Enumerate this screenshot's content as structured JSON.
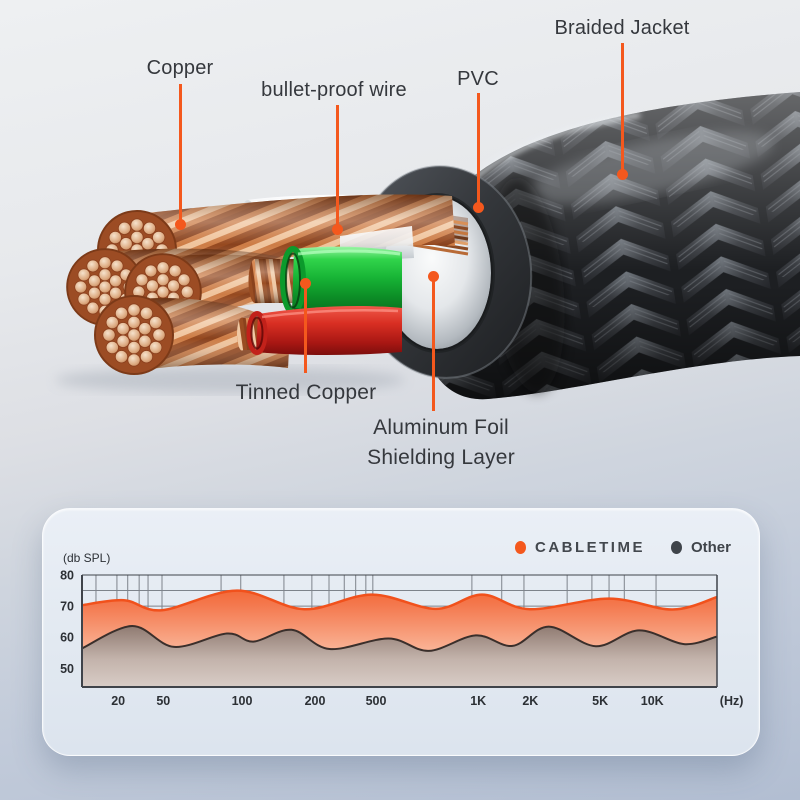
{
  "illustration": {
    "alt": "cable cross-section cutaway",
    "callouts": {
      "copper": "Copper",
      "bullet_proof": "bullet-proof wire",
      "pvc": "PVC",
      "braided": "Braided Jacket",
      "tinned": "Tinned Copper",
      "aluminum1": "Aluminum Foil",
      "aluminum2": "Shielding Layer"
    },
    "colors": {
      "accent": "#F4581D",
      "label_text": "#35383D",
      "braid_dark": "#1d1f22",
      "copper": "#c4713d",
      "green_wire": "#17b335",
      "red_wire": "#d92f23",
      "foil": "#e4e7ea",
      "pvc_ring": "#34373b"
    }
  },
  "chart_data": {
    "type": "area",
    "title": "",
    "ylabel": "(db SPL)",
    "xlabel_unit": "(Hz)",
    "ylim": [
      44,
      80
    ],
    "yticks": [
      80,
      70,
      60,
      50
    ],
    "ygrid_step": 5,
    "grid": true,
    "legend_position": "top-right",
    "xticks": [
      {
        "label": "20",
        "pct": 5.7
      },
      {
        "label": "50",
        "pct": 12.8
      },
      {
        "label": "100",
        "pct": 25.2
      },
      {
        "label": "200",
        "pct": 36.7
      },
      {
        "label": "500",
        "pct": 46.3
      },
      {
        "label": "1K",
        "pct": 62.4
      },
      {
        "label": "2K",
        "pct": 70.6
      },
      {
        "label": "5K",
        "pct": 81.6
      },
      {
        "label": "10K",
        "pct": 89.8
      }
    ],
    "xlabel_unit_pct": 102.3,
    "xgrid_pct": [
      2.2,
      5.5,
      7.2,
      9.0,
      10.4,
      12.6,
      21.9,
      25.0,
      31.8,
      36.2,
      38.9,
      41.3,
      43.1,
      44.7,
      45.8,
      61.4,
      66.1,
      69.6,
      76.4,
      80.3,
      83.0,
      85.4,
      90.4
    ],
    "legend": [
      {
        "name": "CABLETIME",
        "color": "#F4581D"
      },
      {
        "name": "Other",
        "color": "#3F444A"
      }
    ],
    "series": [
      {
        "name": "CABLETIME",
        "stroke": "#F1511C",
        "fill_stops": [
          "#f15b22",
          "#f4764b",
          "#f79a77",
          "#fbbfa4",
          "#fdd7c2"
        ],
        "points": [
          [
            0,
            70.3
          ],
          [
            6.6,
            71.9
          ],
          [
            12.6,
            68.7
          ],
          [
            24.4,
            75.0
          ],
          [
            35,
            69.0
          ],
          [
            45.6,
            73.7
          ],
          [
            55.7,
            69.1
          ],
          [
            63,
            73.7
          ],
          [
            70.5,
            69.0
          ],
          [
            83,
            72.4
          ],
          [
            93,
            68.9
          ],
          [
            100,
            72.9
          ]
        ]
      },
      {
        "name": "Other",
        "stroke": "#3A2F2B",
        "fill_stops": [
          "#473a35",
          "#6b5a51",
          "#97837a",
          "#c3b3ab",
          "#d8ccc6"
        ],
        "points": [
          [
            0,
            56.4
          ],
          [
            7.9,
            63.6
          ],
          [
            14.5,
            56.9
          ],
          [
            22.8,
            61.2
          ],
          [
            27,
            58.6
          ],
          [
            33,
            62.4
          ],
          [
            39,
            56.2
          ],
          [
            48.3,
            59.6
          ],
          [
            54.6,
            55.6
          ],
          [
            62,
            60.6
          ],
          [
            67.8,
            57.2
          ],
          [
            73.5,
            63.4
          ],
          [
            80.9,
            57.1
          ],
          [
            87.7,
            62.2
          ],
          [
            94.8,
            57.8
          ],
          [
            100,
            60.2
          ]
        ]
      }
    ]
  }
}
